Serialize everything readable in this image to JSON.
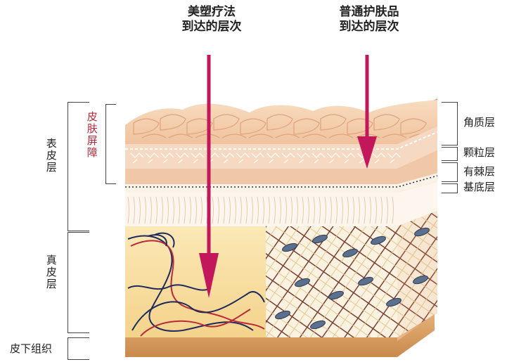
{
  "arrows": {
    "cosmetic": {
      "line1": "美塑疗法",
      "line2": "到达的层次"
    },
    "skincare": {
      "line1": "普通护肤品",
      "line2": "到达的层次"
    }
  },
  "left_labels": {
    "barrier": "皮肤屏障",
    "epidermis": "表皮层",
    "dermis": "真皮层",
    "hypodermis": "皮下组织"
  },
  "right_labels": {
    "stratum_corneum": "角质层",
    "stratum_granulosum": "颗粒层",
    "stratum_spinosum": "有棘层",
    "stratum_basale": "基底层"
  },
  "colors": {
    "arrow": "#c2185b",
    "barrier_text": "#b8293a",
    "skin_top": "#f3c9a6",
    "dermis_fill": "#f7dc9e",
    "hypodermis": "#d79a5a"
  }
}
